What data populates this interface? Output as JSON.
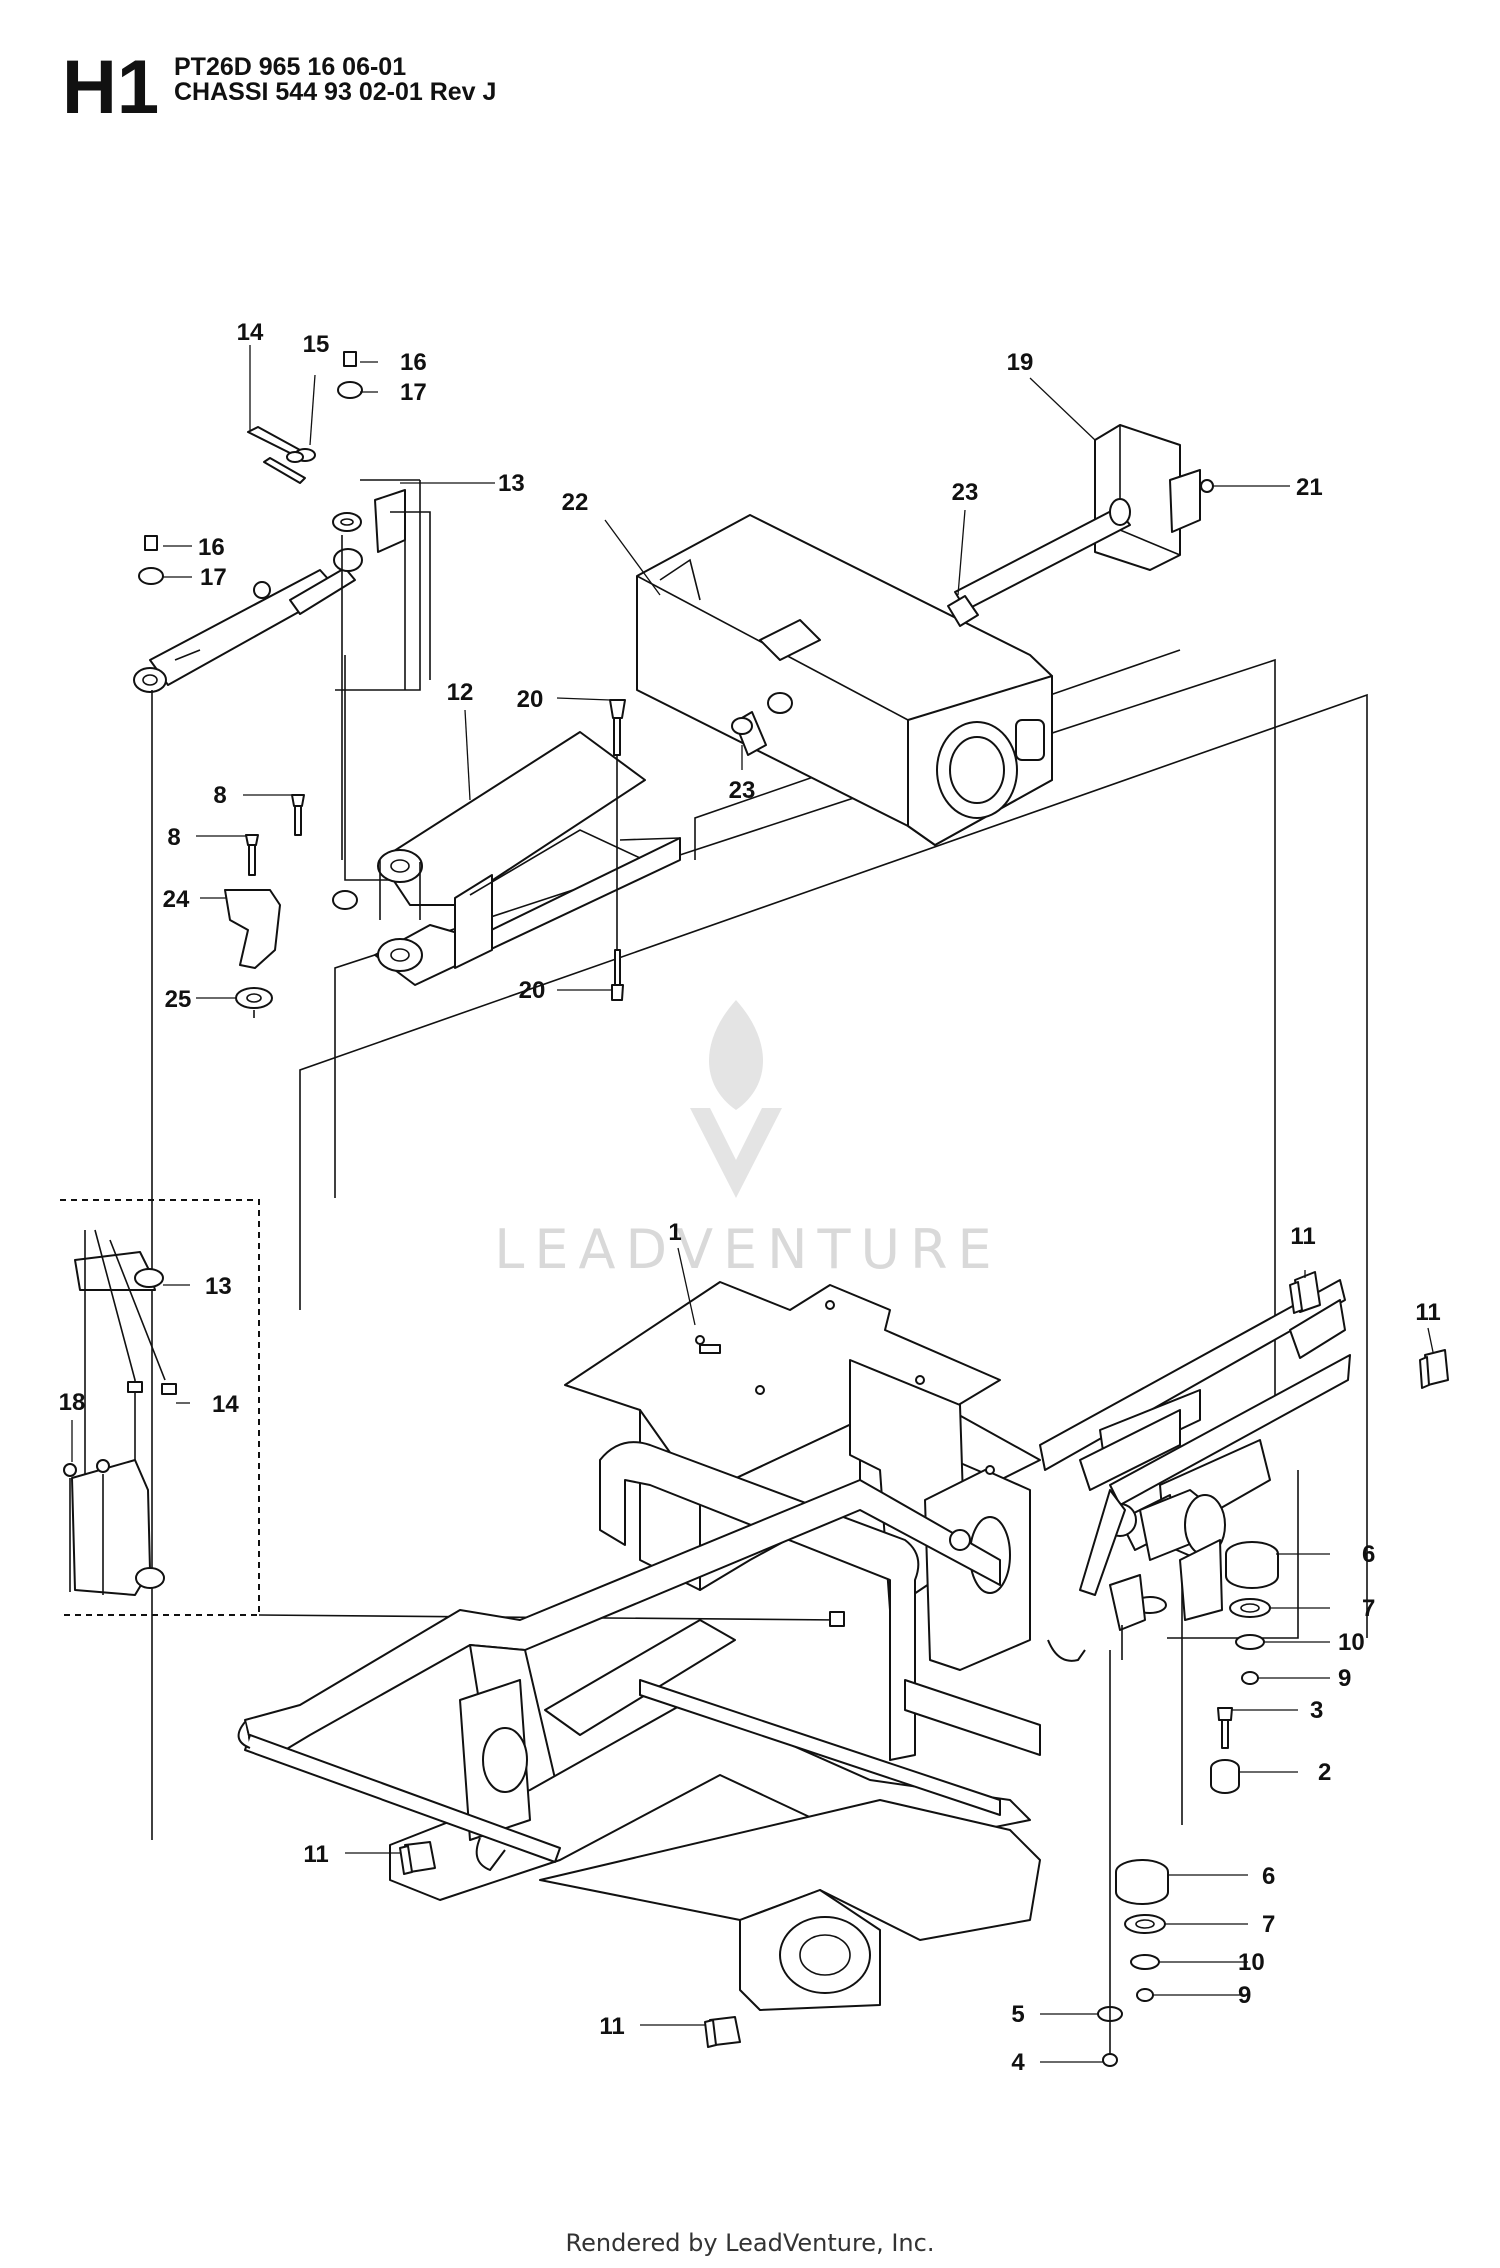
{
  "header": {
    "section_code": "H1",
    "model_line": "PT26D 965 16 06-01",
    "assembly_line": "CHASSI 544 93 02-01 Rev J"
  },
  "watermark": {
    "brand": "LEADVENTURE"
  },
  "footer": {
    "rendered_by": "Rendered by LeadVenture, Inc."
  },
  "callouts": [
    {
      "id": "c14a",
      "number": "14"
    },
    {
      "id": "c15",
      "number": "15"
    },
    {
      "id": "c16a",
      "number": "16"
    },
    {
      "id": "c17a",
      "number": "17"
    },
    {
      "id": "c13a",
      "number": "13"
    },
    {
      "id": "c16b",
      "number": "16"
    },
    {
      "id": "c17b",
      "number": "17"
    },
    {
      "id": "c22",
      "number": "22"
    },
    {
      "id": "c19",
      "number": "19"
    },
    {
      "id": "c21",
      "number": "21"
    },
    {
      "id": "c23a",
      "number": "23"
    },
    {
      "id": "c12",
      "number": "12"
    },
    {
      "id": "c20a",
      "number": "20"
    },
    {
      "id": "c23b",
      "number": "23"
    },
    {
      "id": "c8a",
      "number": "8"
    },
    {
      "id": "c8b",
      "number": "8"
    },
    {
      "id": "c24",
      "number": "24"
    },
    {
      "id": "c25",
      "number": "25"
    },
    {
      "id": "c20b",
      "number": "20"
    },
    {
      "id": "c1",
      "number": "1"
    },
    {
      "id": "c11a",
      "number": "11"
    },
    {
      "id": "c11b",
      "number": "11"
    },
    {
      "id": "c13b",
      "number": "13"
    },
    {
      "id": "c18",
      "number": "18"
    },
    {
      "id": "c14b",
      "number": "14"
    },
    {
      "id": "c6a",
      "number": "6"
    },
    {
      "id": "c7a",
      "number": "7"
    },
    {
      "id": "c10a",
      "number": "10"
    },
    {
      "id": "c9a",
      "number": "9"
    },
    {
      "id": "c3",
      "number": "3"
    },
    {
      "id": "c2",
      "number": "2"
    },
    {
      "id": "c11c",
      "number": "11"
    },
    {
      "id": "c6b",
      "number": "6"
    },
    {
      "id": "c7b",
      "number": "7"
    },
    {
      "id": "c10b",
      "number": "10"
    },
    {
      "id": "c9b",
      "number": "9"
    },
    {
      "id": "c11d",
      "number": "11"
    },
    {
      "id": "c5",
      "number": "5"
    },
    {
      "id": "c4",
      "number": "4"
    }
  ]
}
